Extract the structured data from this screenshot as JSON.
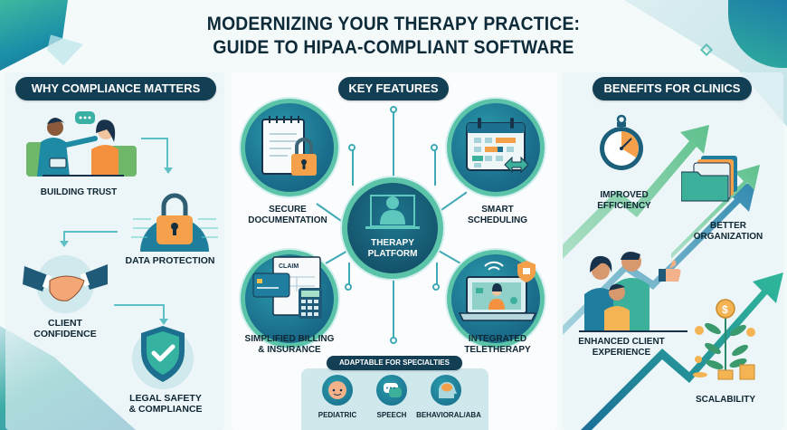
{
  "title": {
    "line1": "MODERNIZING YOUR THERAPY PRACTICE:",
    "line2": "GUIDE TO HIPAA-COMPLIANT SOFTWARE"
  },
  "sections": {
    "compliance": {
      "header": "WHY COMPLIANCE MATTERS",
      "items": [
        {
          "label": "BUILDING TRUST",
          "icon": "therapist-client-icon"
        },
        {
          "label": "DATA PROTECTION",
          "icon": "padlock-circuit-icon"
        },
        {
          "label_line1": "CLIENT",
          "label_line2": "CONFIDENCE",
          "icon": "handshake-icon"
        },
        {
          "label_line1": "LEGAL SAFETY",
          "label_line2": "& COMPLIANCE",
          "icon": "shield-check-icon"
        }
      ]
    },
    "features": {
      "header": "KEY FEATURES",
      "center": {
        "line1": "THERAPY",
        "line2": "PLATFORM",
        "icon": "user-monitor-icon"
      },
      "items": [
        {
          "line1": "SECURE",
          "line2": "DOCUMENTATION",
          "icon": "locked-notepad-icon"
        },
        {
          "line1": "SMART",
          "line2": "SCHEDULING",
          "icon": "calendar-icon"
        },
        {
          "line1": "SIMPLIFIED BILLING",
          "line2": "& INSURANCE",
          "icon": "claim-calculator-icon",
          "claim_text": "CLAIM"
        },
        {
          "line1": "INTEGRATED",
          "line2": "TELETHERAPY",
          "icon": "laptop-video-icon"
        }
      ],
      "specialties": {
        "header": "ADAPTABLE FOR SPECIALTIES",
        "items": [
          {
            "label": "PEDIATRIC",
            "icon": "baby-face-icon"
          },
          {
            "label": "SPEECH",
            "icon": "speech-bubbles-icon"
          },
          {
            "label": "BEHAVIORAL/ABA",
            "icon": "brain-head-icon"
          }
        ]
      }
    },
    "benefits": {
      "header": "BENEFITS FOR CLINICS",
      "items": [
        {
          "line1": "IMPROVED",
          "line2": "EFFICIENCY",
          "icon": "stopwatch-icon"
        },
        {
          "line1": "BETTER",
          "line2": "ORGANIZATION",
          "icon": "folders-icon"
        },
        {
          "line1": "ENHANCED CLIENT",
          "line2": "EXPERIENCE",
          "icon": "family-thumbs-up-icon"
        },
        {
          "line1": "SCALABILITY",
          "icon": "money-plant-icon"
        }
      ]
    }
  },
  "colors": {
    "navy": "#133f55",
    "teal": "#1b7f9c",
    "green": "#5bc4a8",
    "orange": "#f4a04a",
    "background": "#f4f9fa"
  }
}
